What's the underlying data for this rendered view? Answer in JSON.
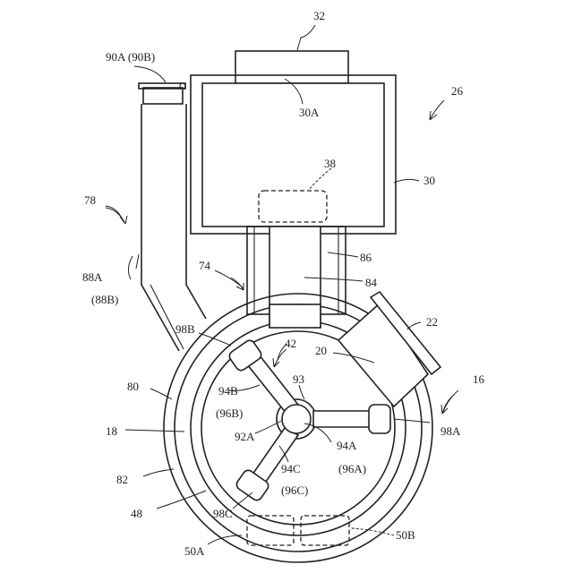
{
  "labels": {
    "l32": "32",
    "l90a": "90A (90B)",
    "l26": "26",
    "l30a": "30A",
    "l38": "38",
    "l30": "30",
    "l78": "78",
    "l86": "86",
    "l74": "74",
    "l84": "84",
    "l88a": "88A",
    "l88b": "(88B)",
    "l22": "22",
    "l98b": "98B",
    "l42": "42",
    "l20": "20",
    "l93": "93",
    "l16": "16",
    "l80": "80",
    "l94b": "94B",
    "l96b": "(96B)",
    "l92a": "92A",
    "l98a": "98A",
    "l18": "18",
    "l94a": "94A",
    "l96a": "(96A)",
    "l94c": "94C",
    "l82": "82",
    "l96c": "(96C)",
    "l48": "48",
    "l98c": "98C",
    "l50a": "50A",
    "l50b": "50B"
  }
}
